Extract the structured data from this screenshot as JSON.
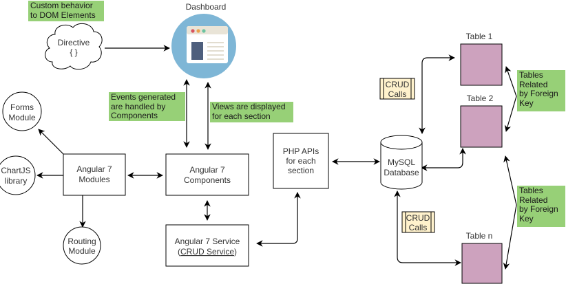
{
  "title": "Angular 7 Dashboard Architecture",
  "nodes": {
    "dashboard": {
      "label": "Dashboard"
    },
    "directive": {
      "label": "Directive",
      "sublabel": "{  }"
    },
    "forms_module": {
      "lines": [
        "Forms",
        "Module"
      ]
    },
    "chartjs_library": {
      "lines": [
        "ChartJS",
        "library"
      ]
    },
    "routing_module": {
      "lines": [
        "Routing",
        "Module"
      ]
    },
    "angular_modules": {
      "lines": [
        "Angular 7",
        "Modules"
      ]
    },
    "angular_components": {
      "lines": [
        "Angular 7",
        "Components"
      ]
    },
    "angular_service": {
      "line1": "Angular 7 Service",
      "line2_open": "(",
      "line2_link": "CRUD Service",
      "line2_close": ")"
    },
    "php_apis": {
      "lines": [
        "PHP APIs",
        "for each",
        "section"
      ]
    },
    "mysql_database": {
      "lines": [
        "MySQL",
        "Database"
      ]
    },
    "table_1": {
      "label": "Table 1"
    },
    "table_2": {
      "label": "Table 2"
    },
    "table_n": {
      "label": "Table n"
    }
  },
  "notes": {
    "custom_behavior": [
      "Custom behavior",
      "to DOM Elements"
    ],
    "events_generated": [
      "Events generated",
      "are handled by",
      "Components"
    ],
    "views_displayed": [
      "Views are displayed",
      "for each section"
    ],
    "tables_related_1": [
      "Tables",
      "Related",
      "by Foreign",
      "Key"
    ],
    "tables_related_2": [
      "Tables",
      "Related",
      "by Foreign",
      "Key"
    ]
  },
  "crud_calls": {
    "top": [
      "CRUD",
      "Calls"
    ],
    "bottom": [
      "CRUD",
      "Calls"
    ]
  },
  "colors": {
    "note_green": "#97d077",
    "table_fill": "#cda2be",
    "crud_fill": "#fff2cc",
    "dashboard_circle": "#7eb6d6",
    "window_header": "#e9e4d7",
    "window_panel": "#4e5f7d"
  }
}
